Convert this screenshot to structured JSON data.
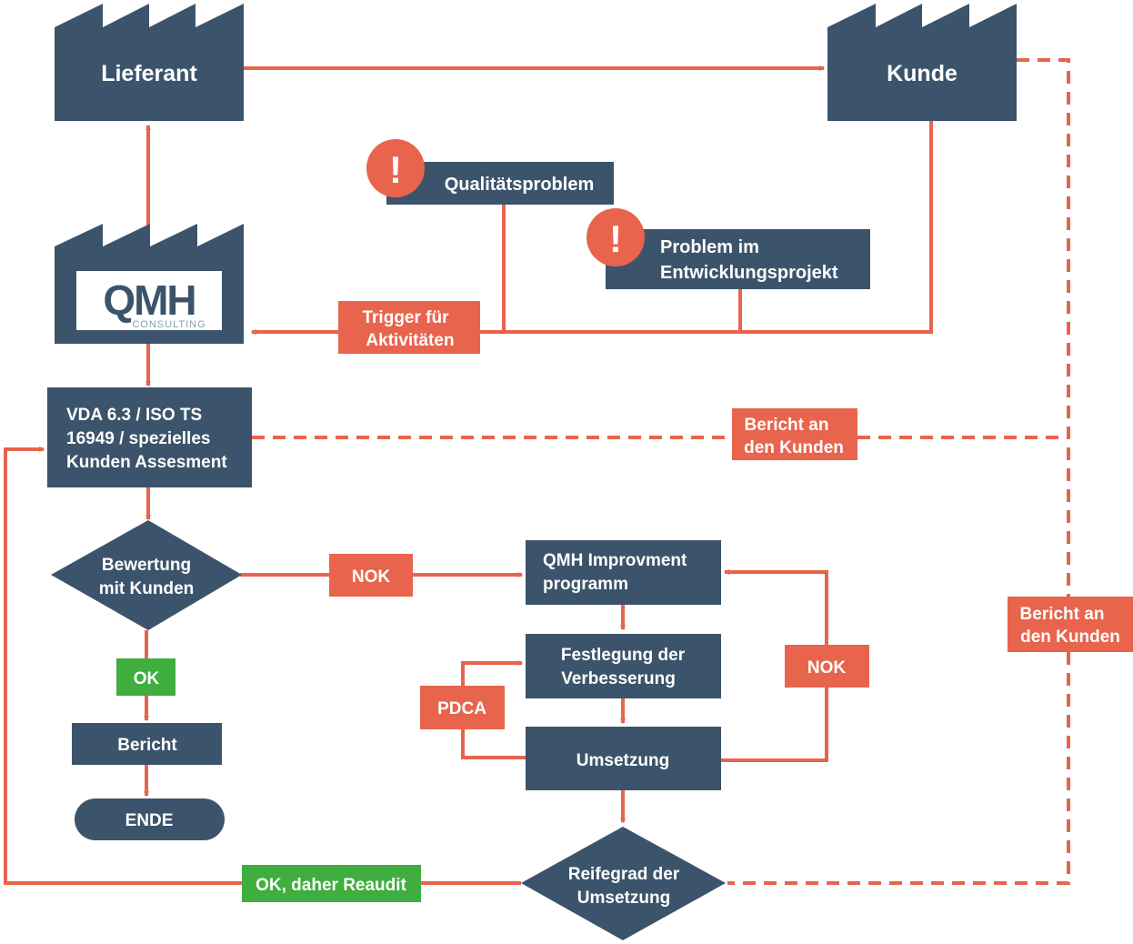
{
  "colors": {
    "node": "#3c546b",
    "accent": "#e8644d",
    "ok": "#3fae3f",
    "white": "#ffffff"
  },
  "nodes": {
    "lieferant": "Lieferant",
    "kunde": "Kunde",
    "qualitaetsproblem": "Qualitätsproblem",
    "problem_line1": "Problem im",
    "problem_line2": "Entwicklungsprojekt",
    "logo_main": "QMH",
    "logo_sub": "CONSULTING",
    "vda_line1": "VDA 6.3 / ISO TS",
    "vda_line2": "16949 / spezielles",
    "vda_line3": "Kunden Assesment",
    "bewertung_line1": "Bewertung",
    "bewertung_line2": "mit Kunden",
    "bericht": "Bericht",
    "ende": "ENDE",
    "improvement_line1": "QMH Improvment",
    "improvement_line2": "programm",
    "festlegung_line1": "Festlegung der",
    "festlegung_line2": "Verbesserung",
    "umsetzung": "Umsetzung",
    "reifegrad_line1": "Reifegrad der",
    "reifegrad_line2": "Umsetzung"
  },
  "labels": {
    "trigger_line1": "Trigger für",
    "trigger_line2": "Aktivitäten",
    "bericht_kunden_1_line1": "Bericht an",
    "bericht_kunden_1_line2": "den Kunden",
    "bericht_kunden_2_line1": "Bericht an",
    "bericht_kunden_2_line2": "den Kunden",
    "nok_1": "NOK",
    "nok_2": "NOK",
    "ok": "OK",
    "pdca": "PDCA",
    "ok_reaudit": "OK, daher Reaudit",
    "alert_icon_1": "!",
    "alert_icon_2": "!"
  }
}
